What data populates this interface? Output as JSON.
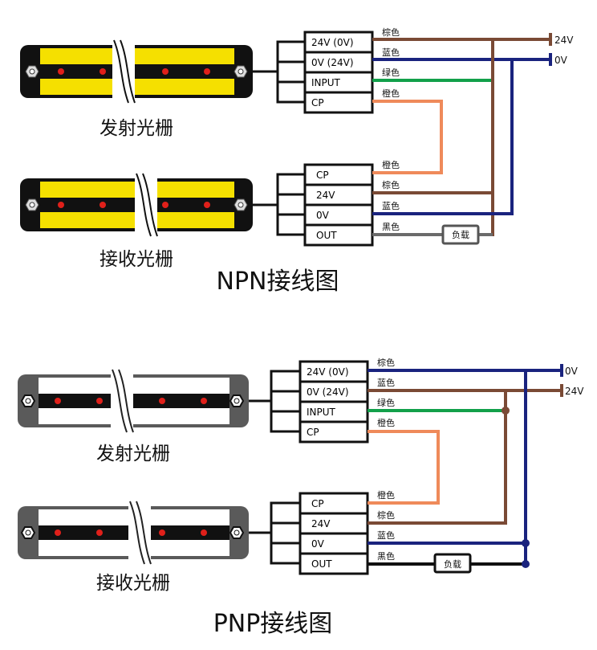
{
  "colors": {
    "brown": "#7a4a35",
    "blue": "#1a237e",
    "green": "#12a04a",
    "orange": "#ef8a5a",
    "black": "#111111",
    "gray_wire": "#6b6b6b",
    "npn_housing": "#f5e000",
    "pnp_housing": "#ffffff",
    "led": "#e0201a"
  },
  "npn": {
    "title": "NPN接线图",
    "emitter_label": "发射光栅",
    "receiver_label": "接收光栅",
    "emitter_terminals": [
      "24V (0V)",
      "0V  (24V)",
      "INPUT",
      "CP"
    ],
    "emitter_wires": [
      "棕色",
      "蓝色",
      "绿色",
      "橙色"
    ],
    "receiver_terminals": [
      "CP",
      "24V",
      "0V",
      "OUT"
    ],
    "receiver_wires": [
      "橙色",
      "棕色",
      "蓝色",
      "黑色"
    ],
    "rail_top": "24V",
    "rail_bottom": "0V",
    "load": "负载"
  },
  "pnp": {
    "title": "PNP接线图",
    "emitter_label": "发射光栅",
    "receiver_label": "接收光栅",
    "emitter_terminals": [
      "24V (0V)",
      "0V  (24V)",
      "INPUT",
      "CP"
    ],
    "emitter_wires": [
      "棕色",
      "蓝色",
      "绿色",
      "橙色"
    ],
    "receiver_terminals": [
      "CP",
      "24V",
      "0V",
      "OUT"
    ],
    "receiver_wires": [
      "橙色",
      "棕色",
      "蓝色",
      "黑色"
    ],
    "rail_top": "0V",
    "rail_bottom": "24V",
    "load": "负载"
  }
}
